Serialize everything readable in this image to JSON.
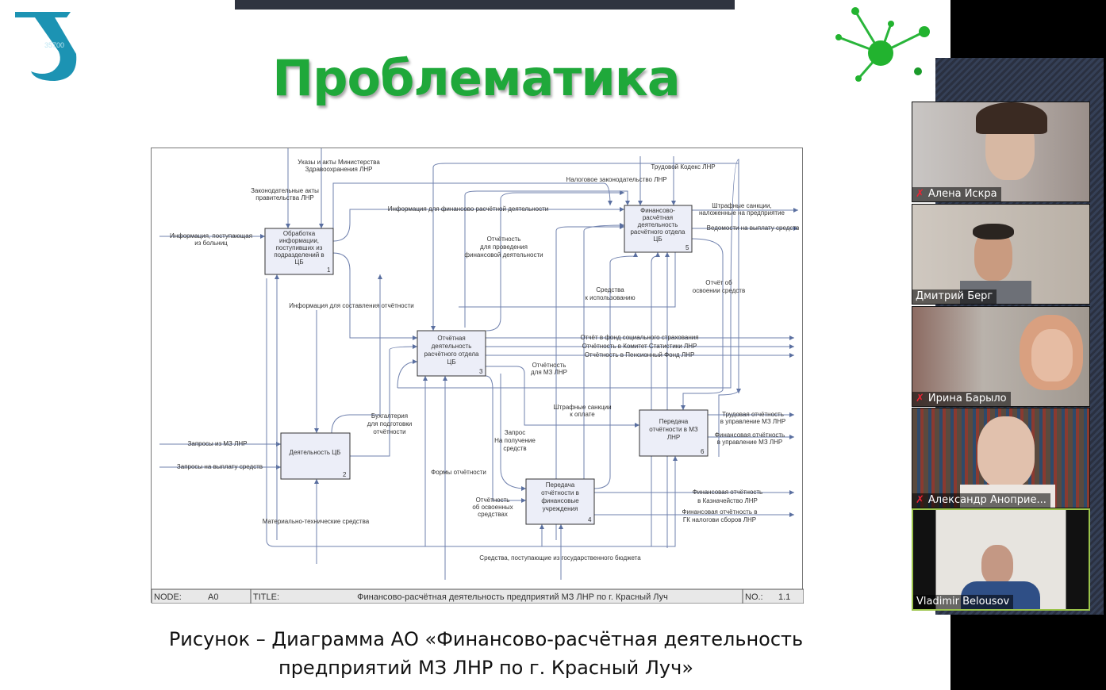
{
  "slide": {
    "title": "Проблематика",
    "logo_text": "35700",
    "caption_line1": "Рисунок – Диаграмма АО «Финансово-расчётная деятельность",
    "caption_line2": "предприятий МЗ ЛНР по г. Красный Луч»"
  },
  "diagram": {
    "boxes": [
      {
        "num": "1",
        "lines": [
          "Обработка",
          "информации,",
          "поступивших из",
          "подразделений в",
          "ЦБ"
        ]
      },
      {
        "num": "2",
        "lines": [
          "Деятельность ЦБ"
        ]
      },
      {
        "num": "3",
        "lines": [
          "Отчётная",
          "деятельность",
          "расчётного отдела",
          "ЦБ"
        ]
      },
      {
        "num": "4",
        "lines": [
          "Передача",
          "отчётности в",
          "финансовые",
          "учреждения"
        ]
      },
      {
        "num": "5",
        "lines": [
          "Финансово-",
          "расчётная",
          "деятельность",
          "расчётного отдела",
          "ЦБ"
        ]
      },
      {
        "num": "6",
        "lines": [
          "Передача",
          "отчётности в МЗ",
          "ЛНР"
        ]
      }
    ],
    "labels": {
      "ukazy": [
        "Указы и акты Министерства",
        "Здравоохранения ЛНР"
      ],
      "zakon": [
        "Законодательные акты",
        "правительства ЛНР"
      ],
      "info_hosp": [
        "Информация, поступающая",
        "из больниц"
      ],
      "info_fin": "Информация для финансово расчётной деятельности",
      "info_otch": "Информация для составления отчётности",
      "trud_kodeks": "Трудовой Кодекс ЛНР",
      "nalog": "Налоговое законодательство ЛНР",
      "otch_fin": [
        "Отчётность",
        "для проведения",
        "финансовой деятельности"
      ],
      "shtraf": [
        "Штрафные санкции,",
        "наложенные на предприятие"
      ],
      "vedomosti": "Ведомости на выплату средств",
      "sredstva_isp": [
        "Средства",
        "к использованию"
      ],
      "otchet_osv": [
        "Отчёт об",
        "освоении средств"
      ],
      "fss": "Отчёт в фонд социального страхования",
      "stat": "Отчётность в Комитет Статистики ЛНР",
      "pf": "Отчётность в Пенсионный Фонд ЛНР",
      "otch_mz": [
        "Отчётность",
        "для МЗ ЛНР"
      ],
      "shtraf_opl": [
        "Штрафные санкции",
        "к оплате"
      ],
      "trud_otch": [
        "Трудовая отчётность",
        "в управление МЗ ЛНР"
      ],
      "fin_otch_mz": [
        "Финансовая отчётность",
        "в управление МЗ ЛНР"
      ],
      "buh": [
        "Бухгалтерия",
        "для подготовки",
        "отчётности"
      ],
      "zapr_mz": "Запросы из МЗ ЛНР",
      "zapr_vypl": "Запросы на выплату средств",
      "zapros": [
        "Запрос",
        "На получение",
        "средств"
      ],
      "formy": "Формы отчётности",
      "otch_osv": [
        "Отчётность",
        "об освоенных",
        "средствах"
      ],
      "mat_tech": "Материально-технические средства",
      "kazn": [
        "Финансовая отчётность",
        "в Казначейство ЛНР"
      ],
      "gk": [
        "Финансовая отчётность в",
        "ГК налогови сборов ЛНР"
      ],
      "budget": "Средства, поступающие из государственного бюджета"
    },
    "footer": {
      "node_label": "NODE:",
      "node": "A0",
      "title_label": "TITLE:",
      "title": "Финансово-расчётная деятельность предприятий МЗ ЛНР по г. Красный Луч",
      "no_label": "NO.:",
      "no": "1.1"
    }
  },
  "participants": [
    {
      "name": "Алена Искра",
      "muted": true
    },
    {
      "name": "Дмитрий Берг",
      "muted": false
    },
    {
      "name": "Ирина Барыло",
      "muted": true
    },
    {
      "name": "Александр Аноприе...",
      "muted": true
    },
    {
      "name": "Vladimir Belousov",
      "muted": false,
      "active": true
    }
  ],
  "colors": {
    "title_green": "#1fa83a",
    "arrow": "#5a6fa0",
    "box_fill": "#eceef8",
    "active_border": "#9bc34a",
    "mute_red": "#e23"
  }
}
